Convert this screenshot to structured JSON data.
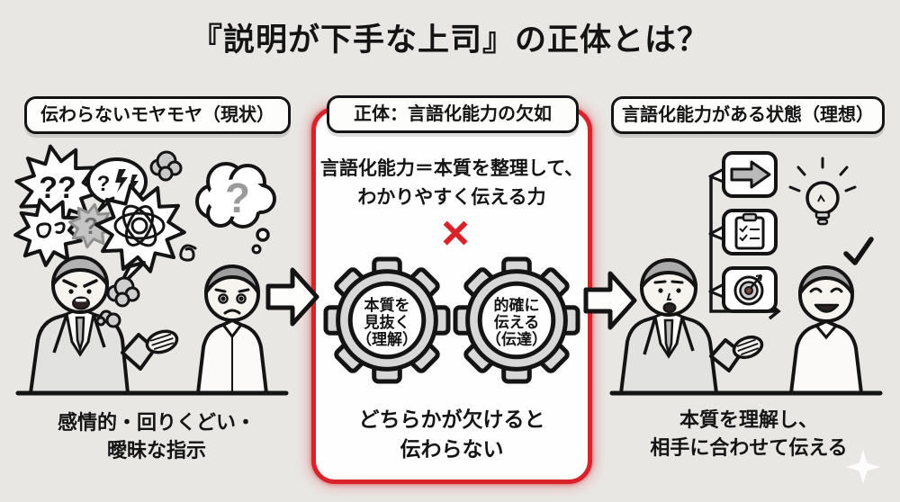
{
  "title": "『説明が下手な上司』の正体とは？",
  "colors": {
    "background": "#e9e7e4",
    "accent_red": "#d8232b",
    "ink": "#141414",
    "gear_gray": "#d7d7d7"
  },
  "panels": {
    "current": {
      "header": "伝わらないモヤモヤ（現状）",
      "caption": [
        "感情的・回りくどい・",
        "曖昧な指示"
      ],
      "marks": {
        "double_question": "??",
        "question": "?"
      }
    },
    "cause": {
      "header": "正体：言語化能力の欠如",
      "definition": [
        "言語化能力＝本質を整理して、",
        "わかりやすく伝える力"
      ],
      "multiply_sign": "×",
      "gears": [
        {
          "lines": [
            "本質を",
            "見抜く",
            "（理解）"
          ]
        },
        {
          "lines": [
            "的確に",
            "伝える",
            "（伝達）"
          ]
        }
      ],
      "conclusion": [
        "どちらかが欠けると",
        "伝わらない"
      ]
    },
    "ideal": {
      "header": "言語化能力がある状態（理想）",
      "caption": [
        "本質を理解し、",
        "相手に合わせて伝える"
      ]
    }
  }
}
